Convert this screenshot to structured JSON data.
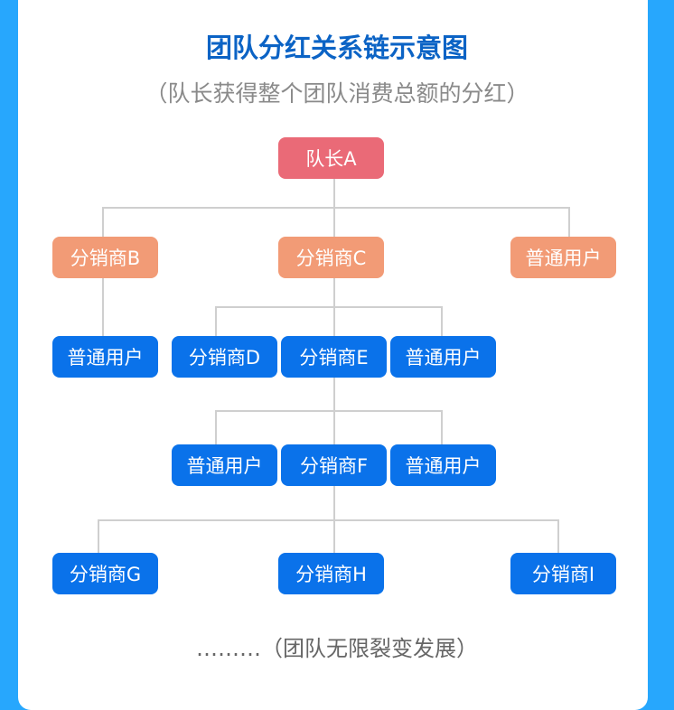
{
  "title": "团队分红关系链示意图",
  "subtitle": "（队长获得整个团队消费总额的分红）",
  "footer": "………（团队无限裂变发展）",
  "colors": {
    "leader": "#ea6a77",
    "level1": "#f29b76",
    "lower": "#0a72ea",
    "background": "#27a7fd",
    "title": "#0b63c5"
  },
  "nodes": {
    "a": "队长A",
    "b": "分销商B",
    "c": "分销商C",
    "u1": "普通用户",
    "u2": "普通用户",
    "d": "分销商D",
    "e": "分销商E",
    "u3": "普通用户",
    "u4": "普通用户",
    "f": "分销商F",
    "u5": "普通用户",
    "g": "分销商G",
    "h": "分销商H",
    "i": "分销商I"
  }
}
